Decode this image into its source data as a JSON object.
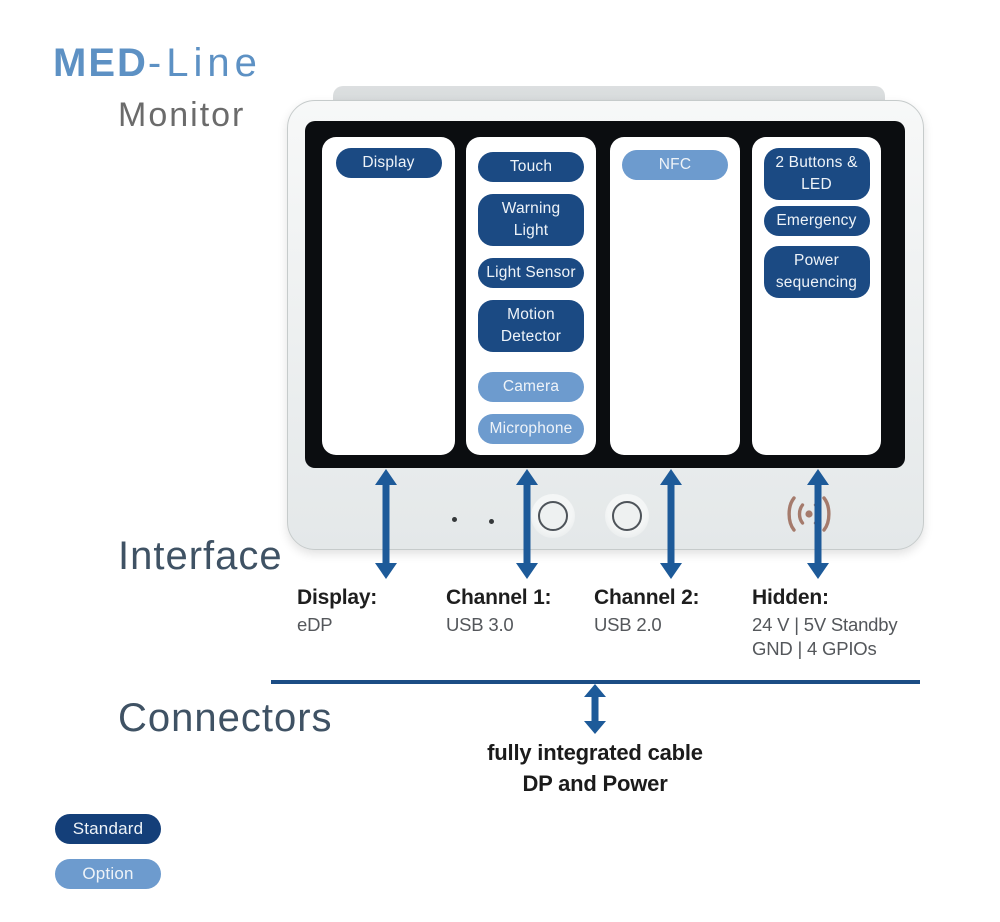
{
  "logo": {
    "brand_bold": "MED",
    "brand_light": "-Line",
    "product": "Monitor"
  },
  "sections": {
    "interface_heading": "Interface",
    "connectors_heading": "Connectors"
  },
  "monitor": {
    "columns": [
      {
        "pills": [
          {
            "label": "Display",
            "type": "standard"
          }
        ]
      },
      {
        "pills": [
          {
            "label": "Touch",
            "type": "standard"
          },
          {
            "label": "Warning Light",
            "type": "standard"
          },
          {
            "label": "Light Sensor",
            "type": "standard"
          },
          {
            "label": "Motion Detector",
            "type": "standard"
          },
          {
            "label": "Camera",
            "type": "option"
          },
          {
            "label": "Microphone",
            "type": "option"
          }
        ]
      },
      {
        "pills": [
          {
            "label": "NFC",
            "type": "option"
          }
        ]
      },
      {
        "pills": [
          {
            "label": "2 Buttons & LED",
            "type": "standard"
          },
          {
            "label": "Emergency",
            "type": "standard"
          },
          {
            "label": "Power sequencing",
            "type": "standard"
          }
        ]
      }
    ]
  },
  "interface_items": [
    {
      "title": "Display:",
      "line1": "eDP"
    },
    {
      "title": "Channel 1:",
      "line1": "USB 3.0"
    },
    {
      "title": "Channel 2:",
      "line1": "USB 2.0"
    },
    {
      "title": "Hidden:",
      "line1": "24 V | 5V Standby",
      "line2": "GND | 4 GPIOs"
    }
  ],
  "connector_caption": {
    "line1": "fully integrated cable",
    "line2": "DP and Power"
  },
  "legend": [
    {
      "label": "Standard",
      "type": "standard"
    },
    {
      "label": "Option",
      "type": "option"
    }
  ],
  "colors": {
    "standard_pill": "#1b4a83",
    "option_pill": "#6d9bce",
    "legend_standard": "#143f79",
    "arrow_blue": "#1d5a99",
    "connector_line": "#1c4d85",
    "brand_blue": "#5d91c4",
    "heading_slate": "#3f5264",
    "nfc_icon_copper": "#a57b6c"
  }
}
